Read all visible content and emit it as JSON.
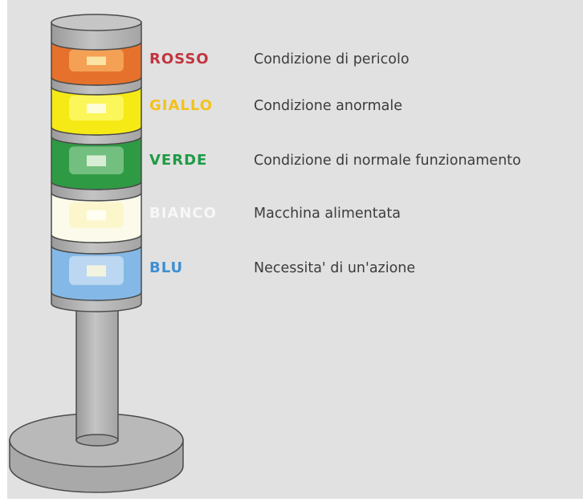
{
  "tower": {
    "body_color": "#b9b9b9",
    "body_dark": "#8f8f8f",
    "outline": "#4a4a4a"
  },
  "signals": [
    {
      "name": "ROSSO",
      "meaning": "Condizione di pericolo",
      "text_color": "#c0353f",
      "lamp_color": "#e6712c",
      "lamp_light": "#f6a85d",
      "lamp_center": "#fbe3a4"
    },
    {
      "name": "GIALLO",
      "meaning": "Condizione anormale",
      "text_color": "#f3c21c",
      "lamp_color": "#f6ea16",
      "lamp_light": "#fcf866",
      "lamp_center": "#fffdd8"
    },
    {
      "name": "VERDE",
      "meaning": "Condizione di normale funzionamento",
      "text_color": "#1f9a45",
      "lamp_color": "#2f9a44",
      "lamp_light": "#7fc68a",
      "lamp_center": "#d7eed5"
    },
    {
      "name": "BIANCO",
      "meaning": "Macchina alimentata",
      "text_color": "#f7f7f7",
      "lamp_color": "#fbfaeb",
      "lamp_light": "#fbf5c7",
      "lamp_center": "#fffef1"
    },
    {
      "name": "BLU",
      "meaning": "Necessita' di un'azione",
      "text_color": "#3d8fd3",
      "lamp_color": "#84b8e6",
      "lamp_light": "#c4dcf2",
      "lamp_center": "#f3f4e0"
    }
  ]
}
